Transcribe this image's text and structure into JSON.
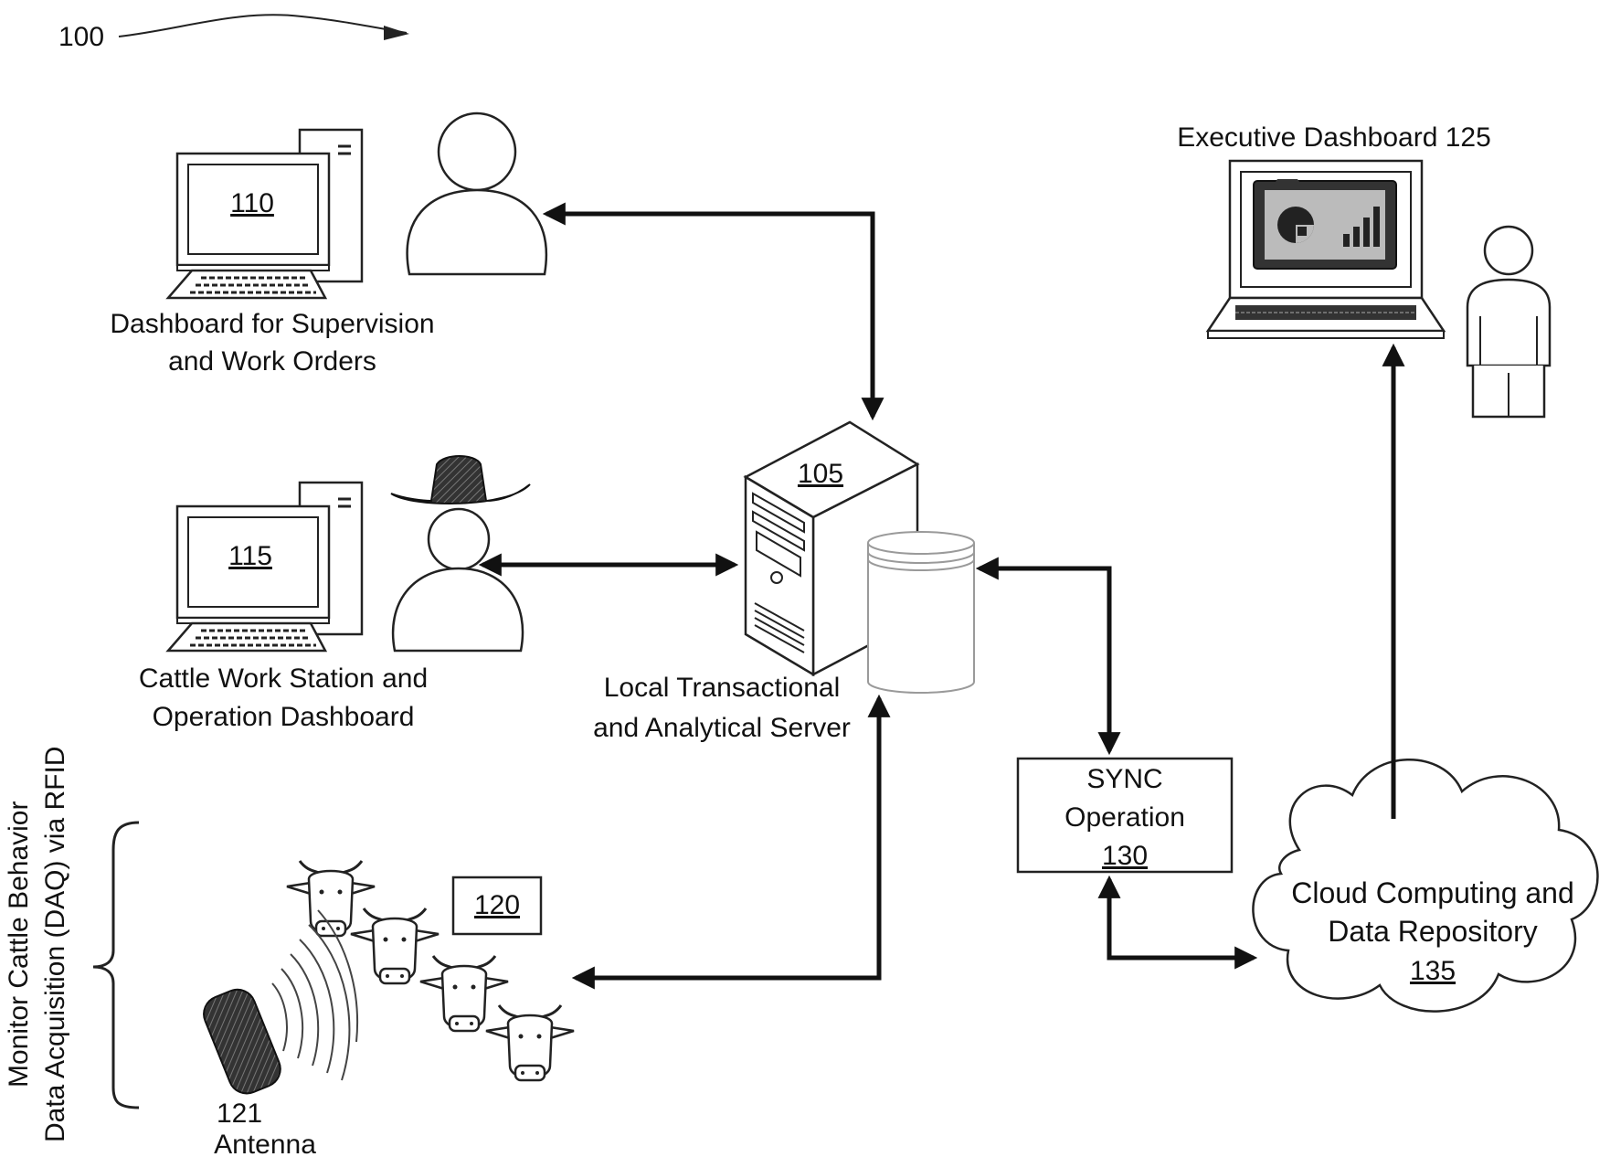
{
  "diagram_ref": "100",
  "nodes": {
    "supervision": {
      "ref": "110",
      "label_line1": "Dashboard for Supervision",
      "label_line2": "and Work Orders"
    },
    "workstation": {
      "ref": "115",
      "label_line1": "Cattle Work Station and",
      "label_line2": "Operation Dashboard"
    },
    "server": {
      "ref": "105",
      "label_line1": "Local Transactional",
      "label_line2": "and Analytical Server"
    },
    "executive": {
      "label": "Executive Dashboard 125"
    },
    "sync": {
      "line1": "SYNC",
      "line2": "Operation",
      "ref": "130"
    },
    "cloud": {
      "line1": "Cloud Computing and",
      "line2": "Data Repository",
      "ref": "135"
    },
    "cattle": {
      "ref": "120"
    },
    "antenna": {
      "ref": "121",
      "label": "Antenna"
    }
  },
  "daq_label": {
    "line1": "Monitor Cattle Behavior",
    "line2": "Data Acquisition (DAQ) via RFID"
  },
  "colors": {
    "ink": "#111111",
    "gray": "#9a9a9a",
    "background": "#ffffff"
  }
}
